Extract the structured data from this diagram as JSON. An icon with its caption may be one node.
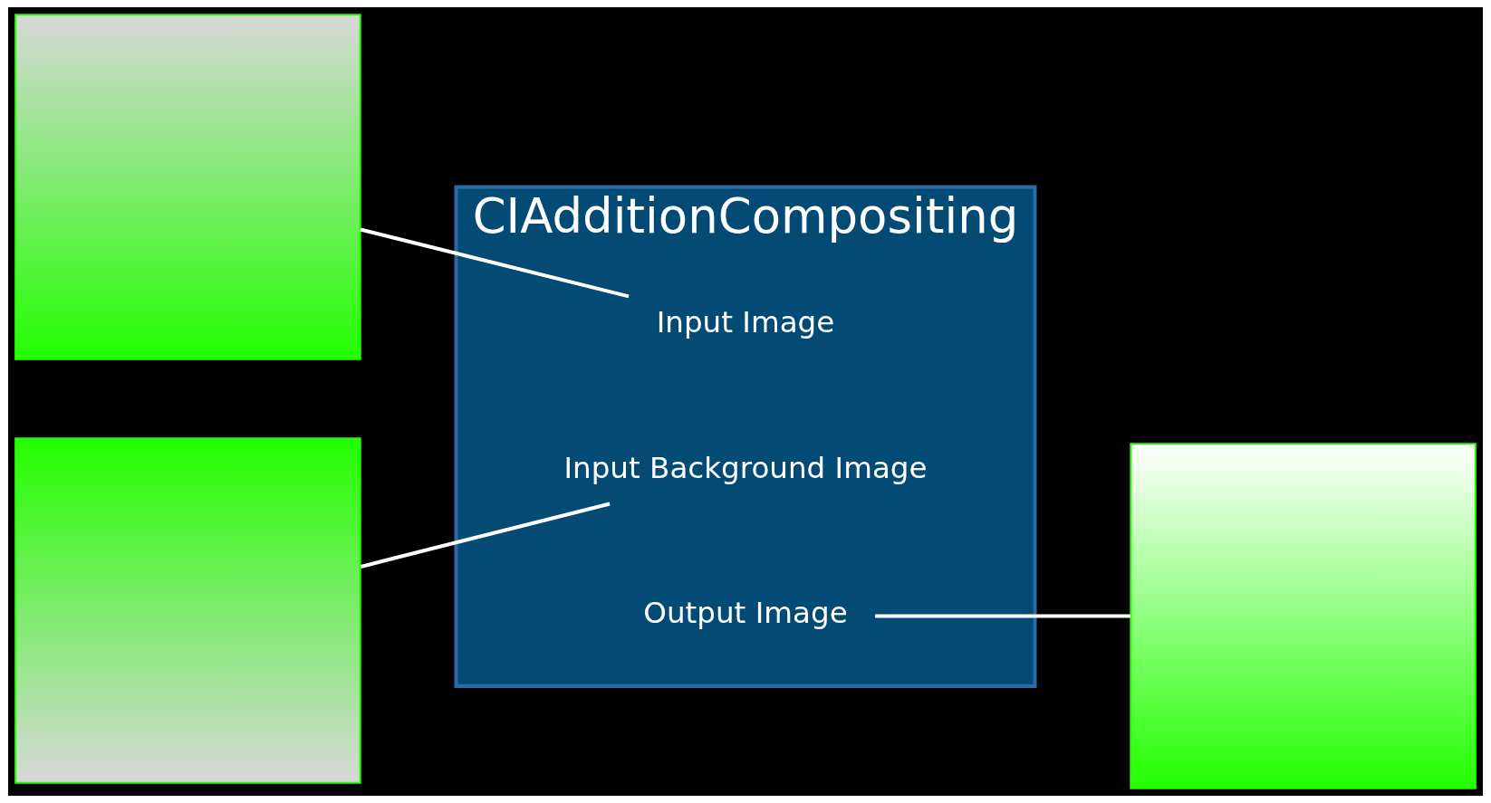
{
  "diagram": {
    "nodes": [
      {
        "text": [],
        "shape": "picture"
      },
      {
        "text": [],
        "shape": "picture"
      },
      {
        "text": [
          "CIAdditionCompositing"
        ]
      },
      {
        "text": [
          "Input Image"
        ],
        "in": 2
      },
      {
        "text": [
          "Input Background Image"
        ],
        "in": 2
      },
      {
        "text": [
          "Output Image"
        ],
        "in": 2
      },
      {
        "text": [],
        "shape": "picture"
      }
    ],
    "edges": [
      {
        "from": 0,
        "to": 3,
        "arrow": "none"
      },
      {
        "from": 1,
        "to": 4,
        "arrow": "none"
      },
      {
        "from": 5,
        "to": 6,
        "arrow": "none"
      }
    ]
  }
}
